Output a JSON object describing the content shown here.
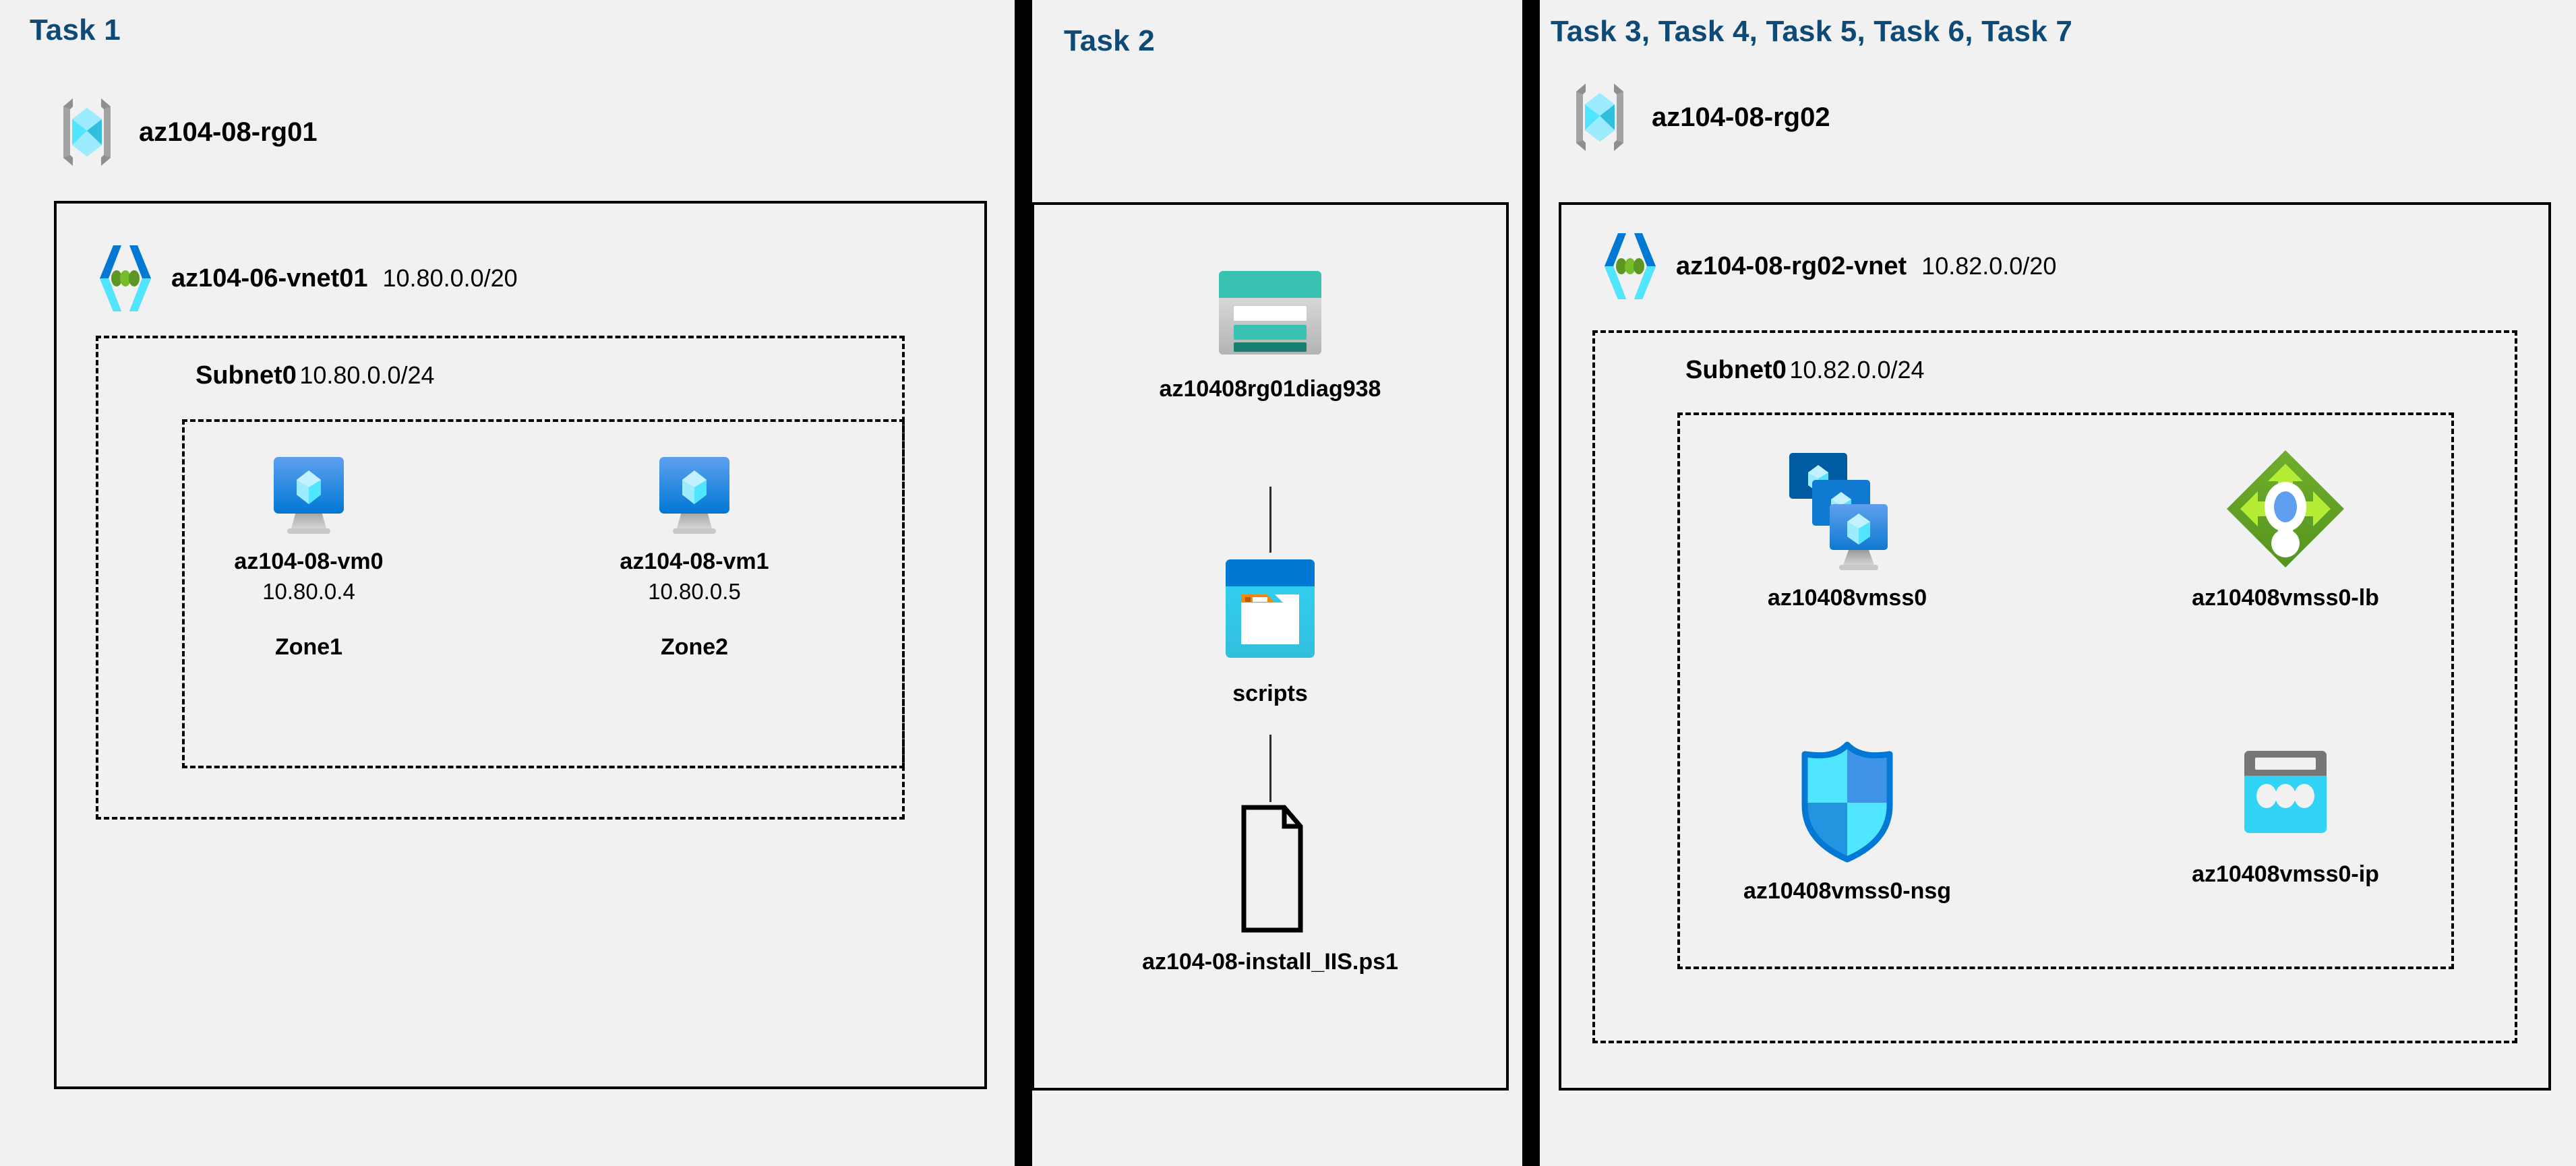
{
  "diagram": {
    "background": "#f1f1f1",
    "heading_color": "#0d4a75",
    "separator_color": "#000000"
  },
  "panels": [
    {
      "id": "panel-task1",
      "heading": "Task 1",
      "resource_group": {
        "name": "az104-08-rg01",
        "icon": "resource-group-icon"
      },
      "vnet": {
        "name": "az104-06-vnet01",
        "cidr": "10.80.0.0/20",
        "icon": "virtual-network-icon"
      },
      "subnet": {
        "name": "Subnet0",
        "cidr": "10.80.0.0/24"
      },
      "vms": [
        {
          "name": "az104-08-vm0",
          "ip": "10.80.0.4",
          "zone": "Zone1",
          "icon": "virtual-machine-icon"
        },
        {
          "name": "az104-08-vm1",
          "ip": "10.80.0.5",
          "zone": "Zone2",
          "icon": "virtual-machine-icon"
        }
      ]
    },
    {
      "id": "panel-task2",
      "heading": "Task 2",
      "resources": [
        {
          "name": "az10408rg01diag938",
          "icon": "storage-account-icon"
        },
        {
          "name": "scripts",
          "icon": "blob-container-icon"
        },
        {
          "name": "az104-08-install_IIS.ps1",
          "icon": "file-icon"
        }
      ]
    },
    {
      "id": "panel-task3-7",
      "heading": "Task 3, Task 4, Task 5, Task 6, Task 7",
      "resource_group": {
        "name": "az104-08-rg02",
        "icon": "resource-group-icon"
      },
      "vnet": {
        "name": "az104-08-rg02-vnet",
        "cidr": "10.82.0.0/20",
        "icon": "virtual-network-icon"
      },
      "subnet": {
        "name": "Subnet0",
        "cidr": "10.82.0.0/24"
      },
      "resources": [
        {
          "name": "az10408vmss0",
          "icon": "vm-scale-set-icon"
        },
        {
          "name": "az10408vmss0-lb",
          "icon": "load-balancer-icon"
        },
        {
          "name": "az10408vmss0-nsg",
          "icon": "network-security-group-icon"
        },
        {
          "name": "az10408vmss0-ip",
          "icon": "public-ip-address-icon"
        }
      ]
    }
  ]
}
